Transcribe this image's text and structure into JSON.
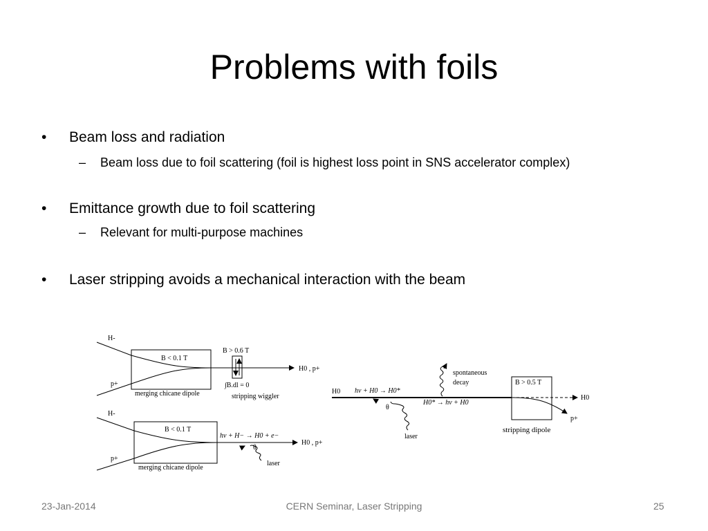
{
  "slide": {
    "title": "Problems with foils",
    "bullets": [
      {
        "text": "Beam loss and radiation",
        "sub": "Beam loss due to foil scattering (foil is highest loss point in SNS accelerator complex)"
      },
      {
        "text": "Emittance growth due to foil scattering",
        "sub": "Relevant for multi-purpose machines"
      },
      {
        "text": "Laser stripping avoids a mechanical interaction with the beam"
      }
    ],
    "bullet_char": "•",
    "dash_char": "–"
  },
  "diagram_top": {
    "h_minus": "H-",
    "p_plus": "p+",
    "b_field": "B < 0.1 T",
    "b_wiggler": "B > 0.6 T",
    "integral": "∫B.dl = 0",
    "out_label": "H0 , p+",
    "chicane_label": "merging chicane dipole",
    "wiggler_label": "stripping wiggler"
  },
  "diagram_bottom": {
    "h_minus": "H-",
    "p_plus": "p+",
    "b_field": "B < 0.1 T",
    "reaction": "hν + H− → H0 + e−",
    "theta": "θ",
    "laser": "laser",
    "out_label": "H0 , p+",
    "chicane_label": "merging chicane dipole"
  },
  "diagram_right": {
    "h0_in": "H0",
    "reaction1": "hν + H0 → H0*",
    "theta": "θ",
    "laser": "laser",
    "spontaneous": "spontaneous",
    "decay": "decay",
    "reaction2": "H0* → hν + H0",
    "b_field": "B > 0.5 T",
    "h0_out": "H0",
    "p_plus": "p+",
    "dipole_label": "stripping dipole"
  },
  "footer": {
    "date": "23-Jan-2014",
    "center": "CERN Seminar, Laser Stripping",
    "page": "25"
  }
}
